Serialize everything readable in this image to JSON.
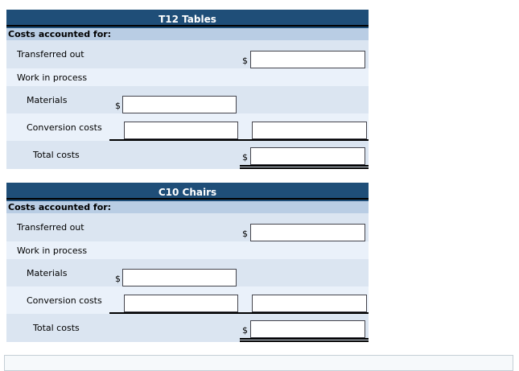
{
  "currency_symbol": "$",
  "colors": {
    "header_bg": "#1F4E78",
    "header_text": "#ffffff",
    "header_underline": "#000000",
    "section_row_bg": "#B9CDE4",
    "row_alt_dark": "#DBE5F1",
    "row_alt_light": "#EAF1FA",
    "input_border": "#44444c",
    "cell_underline": "#000000",
    "panel_bg": "#F6F9FB",
    "panel_border": "#C5CFD6"
  },
  "tables": [
    {
      "title": "T12 Tables",
      "section_label": "Costs accounted for:",
      "rows": {
        "transferred_out": {
          "label": "Transferred out",
          "value": ""
        },
        "work_in_process": {
          "label": "Work in process"
        },
        "materials": {
          "label": "Materials",
          "value": ""
        },
        "conversion_costs": {
          "label": "Conversion costs",
          "value_col1": "",
          "value_col2": ""
        },
        "total_costs": {
          "label": "Total costs",
          "value": ""
        }
      }
    },
    {
      "title": "C10 Chairs",
      "section_label": "Costs accounted for:",
      "rows": {
        "transferred_out": {
          "label": "Transferred out",
          "value": ""
        },
        "work_in_process": {
          "label": "Work in process"
        },
        "materials": {
          "label": "Materials",
          "value": ""
        },
        "conversion_costs": {
          "label": "Conversion costs",
          "value_col1": "",
          "value_col2": ""
        },
        "total_costs": {
          "label": "Total costs",
          "value": ""
        }
      }
    }
  ]
}
